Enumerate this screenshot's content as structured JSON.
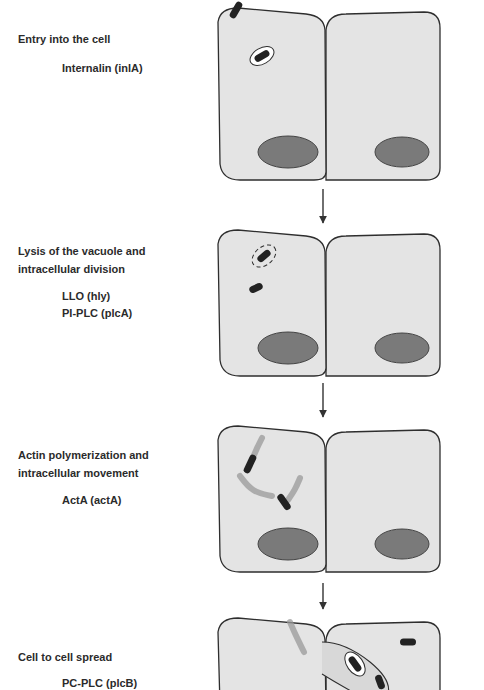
{
  "diagram": {
    "nodes": [
      {
        "text": [
          "Entry into the cell",
          "Internalin (inlA)"
        ]
      },
      {
        "text": [
          "Lysis of the vacuole and intracellular division",
          "LLO (hly)",
          "PI-PLC (plcA)"
        ]
      },
      {
        "text": [
          "Actin polymerization and intracellular movement",
          "ActA (actA)"
        ]
      },
      {
        "text": [
          "Cell to cell spread",
          "PC-PLC (plcB)"
        ]
      }
    ],
    "edges": [
      {
        "from": 0,
        "to": 1,
        "arrow": "to"
      },
      {
        "from": 1,
        "to": 2,
        "arrow": "to"
      },
      {
        "from": 2,
        "to": 3,
        "arrow": "to"
      }
    ]
  }
}
